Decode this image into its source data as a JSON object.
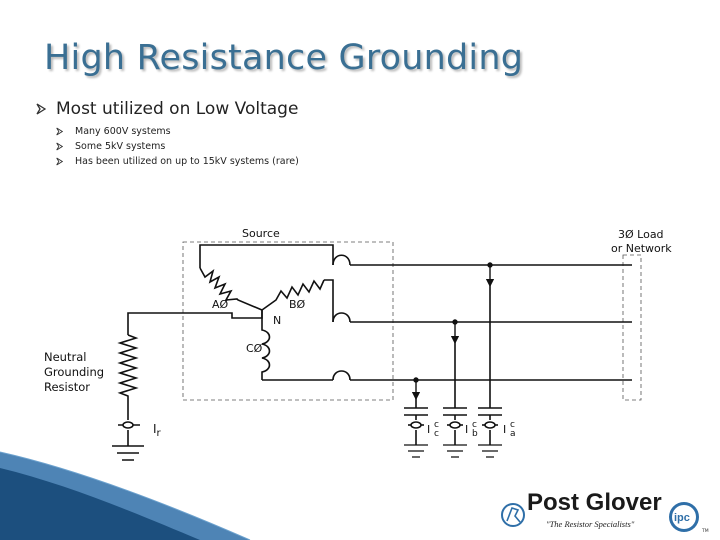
{
  "slide": {
    "title": "High Resistance Grounding",
    "bullet": "Most utilized on Low Voltage",
    "sub_bullets": [
      "Many 600V systems",
      "Some  5kV systems",
      "Has been utilized on up to 15kV systems (rare)"
    ]
  },
  "diagram": {
    "source_label": "Source",
    "load_label_line1": "3Ø Load",
    "load_label_line2": "or Network",
    "phase_a": "AØ",
    "phase_b": "BØ",
    "phase_c": "CØ",
    "neutral": "N",
    "resistor_line1": "Neutral",
    "resistor_line2": "Grounding",
    "resistor_line3": "Resistor",
    "ir_main": "I",
    "ir_sub": "r",
    "cap_currents": [
      {
        "main": "I",
        "sup": "c",
        "sub": "c"
      },
      {
        "main": "I",
        "sup": "c",
        "sub": "b"
      },
      {
        "main": "I",
        "sup": "c",
        "sub": "a"
      }
    ]
  },
  "logo": {
    "brand": "Post Glover",
    "tagline": "\"The Resistor Specialists\"",
    "badge": "ipc",
    "tm": "TM"
  },
  "colors": {
    "title": "#3a6f93",
    "accent_blue": "#2f6fa8",
    "line": "#111111"
  }
}
